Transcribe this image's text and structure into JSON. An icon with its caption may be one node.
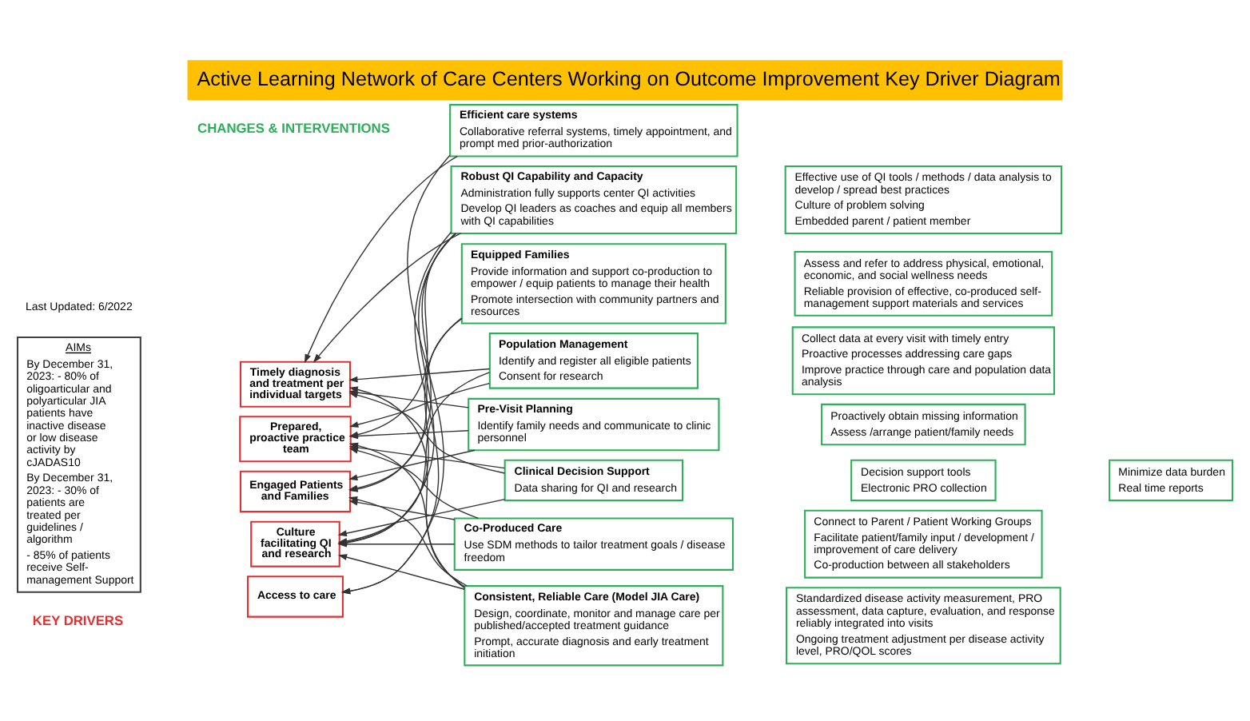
{
  "diagram": {
    "title": "Active Learning Network of Care Centers Working on Outcome Improvement Key Driver Diagram",
    "nodes": [
      {
        "text": [
          "AIMs",
          "By December 31, 2023: - 80% of oligoarticular and polyarticular JIA patients have inactive disease or low disease activity by cJADAS10",
          "By December 31, 2023: - 30% of patients are treated per guidelines / algorithm",
          "- 85% of patients receive Self-management Support"
        ]
      },
      {
        "text": [
          "Access to care"
        ]
      },
      {
        "text": [
          "Timely diagnosis and treatment per individual targets"
        ]
      },
      {
        "text": [
          "Prepared, proactive practice team"
        ]
      },
      {
        "text": [
          "Engaged Patients and Families"
        ]
      },
      {
        "text": [
          "Culture facilitating QI and research"
        ]
      },
      {
        "text": [
          "Efficient care systems",
          "Collaborative referral systems, timely appointment, and prompt med prior-authorization"
        ]
      },
      {
        "text": [
          "Robust QI Capability and Capacity",
          "Administration fully supports center QI activities",
          "Develop QI leaders as coaches and equip all members with QI capabilities"
        ]
      },
      {
        "text": [
          "Effective use of QI tools / methods / data analysis to develop / spread best practices",
          "Culture of problem solving",
          "Embedded parent / patient member"
        ]
      },
      {
        "text": [
          "Equipped Families",
          "Provide information and support co-production to empower / equip patients to manage their health",
          "Promote intersection with community partners and resources"
        ]
      },
      {
        "text": [
          "Assess and refer to address physical, emotional, economic, and social wellness needs",
          "Reliable provision of effective, co-produced self-management support materials and services"
        ]
      },
      {
        "text": [
          "Population Management",
          "Identify and register all eligible patients",
          "Consent for research"
        ]
      },
      {
        "text": [
          "Collect data at every visit with timely entry",
          "Proactive processes addressing care gaps",
          "Improve practice through care and population data analysis"
        ]
      },
      {
        "text": [
          "Pre-Visit Planning",
          "Identify family needs and communicate to clinic personnel"
        ]
      },
      {
        "text": [
          "Proactively obtain missing information",
          "Assess /arrange patient/family needs"
        ]
      },
      {
        "text": [
          "Clinical Decision Support",
          "Data sharing for QI and research"
        ]
      },
      {
        "text": [
          "Decision support tools",
          "Electronic PRO collection"
        ]
      },
      {
        "text": [
          "Minimize data burden",
          "Real time reports"
        ]
      },
      {
        "text": [
          "Co-Produced Care",
          "Use SDM methods to tailor treatment goals / disease freedom"
        ]
      },
      {
        "text": [
          "Connect to Parent / Patient Working Groups",
          "Facilitate patient/family input / development / improvement of care delivery",
          "Co-production between all stakeholders"
        ]
      },
      {
        "text": [
          "Consistent, Reliable Care (Model JIA Care)",
          "Design, coordinate, monitor and manage care per published/accepted treatment guidance",
          "Prompt, accurate diagnosis and early treatment initiation"
        ]
      },
      {
        "text": [
          "Standardized disease activity measurement, PRO assessment, data capture, evaluation, and response reliably integrated into visits",
          "Ongoing treatment adjustment per disease activity level, PRO/QOL scores"
        ]
      }
    ],
    "edges": [
      {
        "from": 6,
        "to": 1,
        "arrow": "to"
      },
      {
        "from": 7,
        "to": 1,
        "arrow": "to"
      },
      {
        "from": 6,
        "to": 2,
        "arrow": "to"
      },
      {
        "from": 7,
        "to": 2,
        "arrow": "to"
      },
      {
        "from": 11,
        "to": 2,
        "arrow": "to"
      },
      {
        "from": 13,
        "to": 2,
        "arrow": "to"
      },
      {
        "from": 15,
        "to": 2,
        "arrow": "to"
      },
      {
        "from": 20,
        "to": 2,
        "arrow": "to"
      },
      {
        "from": 7,
        "to": 3,
        "arrow": "to"
      },
      {
        "from": 11,
        "to": 3,
        "arrow": "to"
      },
      {
        "from": 13,
        "to": 3,
        "arrow": "to"
      },
      {
        "from": 15,
        "to": 3,
        "arrow": "to"
      },
      {
        "from": 18,
        "to": 3,
        "arrow": "to"
      },
      {
        "from": 20,
        "to": 3,
        "arrow": "to"
      },
      {
        "from": 7,
        "to": 4,
        "arrow": "to"
      },
      {
        "from": 9,
        "to": 4,
        "arrow": "to"
      },
      {
        "from": 13,
        "to": 4,
        "arrow": "to"
      },
      {
        "from": 18,
        "to": 4,
        "arrow": "to"
      },
      {
        "from": 20,
        "to": 4,
        "arrow": "to"
      },
      {
        "from": 7,
        "to": 5,
        "arrow": "to"
      },
      {
        "from": 9,
        "to": 5,
        "arrow": "to"
      },
      {
        "from": 11,
        "to": 5,
        "arrow": "to"
      },
      {
        "from": 15,
        "to": 5,
        "arrow": "to"
      },
      {
        "from": 18,
        "to": 5,
        "arrow": "to"
      },
      {
        "from": 20,
        "to": 5,
        "arrow": "to"
      }
    ],
    "labels": [
      "Last Updated: 6/2022",
      "KEY DRIVERS",
      "CHANGES & INTERVENTIONS"
    ]
  }
}
